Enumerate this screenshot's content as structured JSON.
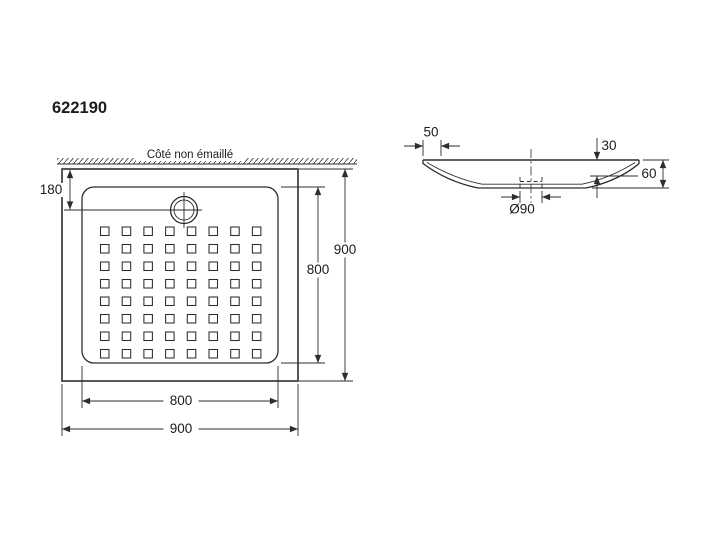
{
  "product_code": "622190",
  "colors": {
    "line": "#2d2d2d",
    "text": "#1c1c1c",
    "background": "#ffffff"
  },
  "top_view": {
    "edge_label": "Côté non émaillé",
    "grid": {
      "rows": 8,
      "cols": 8
    },
    "dimensions": {
      "drain_offset_from_edge": "180",
      "inner_height": "800",
      "outer_height": "900",
      "inner_width": "800",
      "outer_width": "900"
    }
  },
  "side_view": {
    "dimensions": {
      "flange_width": "50",
      "rim_step_height": "30",
      "total_height": "60",
      "drain_diameter": "Ø90"
    }
  }
}
